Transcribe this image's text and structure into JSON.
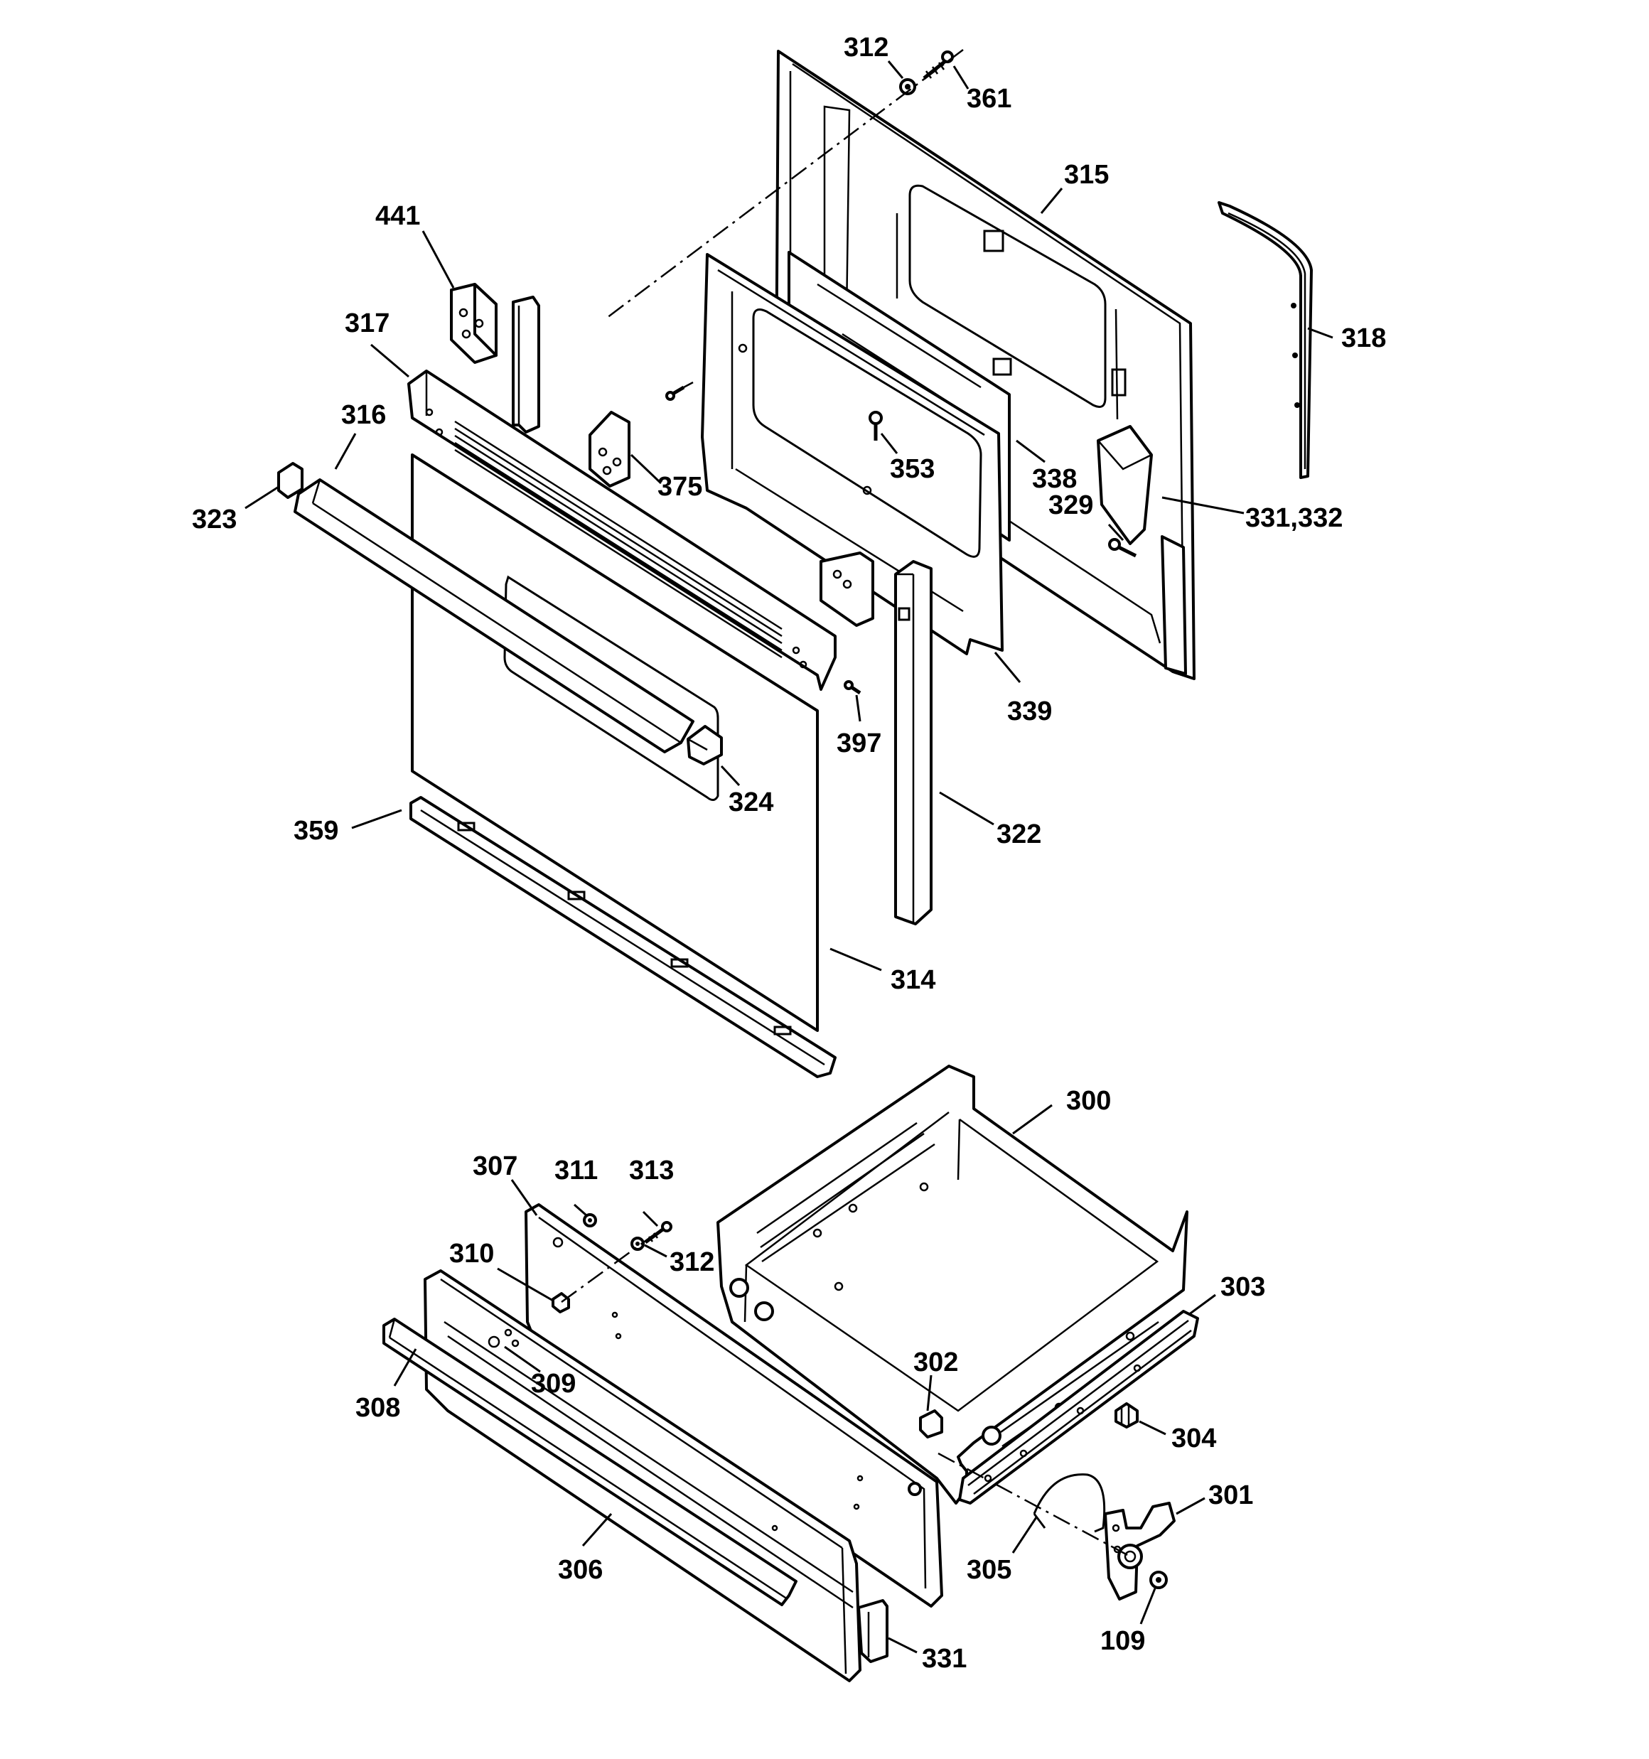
{
  "diagram": {
    "callouts": {
      "c312a": "312",
      "c361": "361",
      "c315": "315",
      "c441": "441",
      "c318": "318",
      "c317": "317",
      "c316": "316",
      "c375": "375",
      "c353": "353",
      "c338": "338",
      "c329": "329",
      "c331_332": "331,332",
      "c323": "323",
      "c339": "339",
      "c397": "397",
      "c324": "324",
      "c322": "322",
      "c359": "359",
      "c314": "314",
      "c300": "300",
      "c307": "307",
      "c311": "311",
      "c313": "313",
      "c310": "310",
      "c312b": "312",
      "c303": "303",
      "c302": "302",
      "c309": "309",
      "c308": "308",
      "c304": "304",
      "c301": "301",
      "c305": "305",
      "c306": "306",
      "c109": "109",
      "c331": "331"
    }
  }
}
